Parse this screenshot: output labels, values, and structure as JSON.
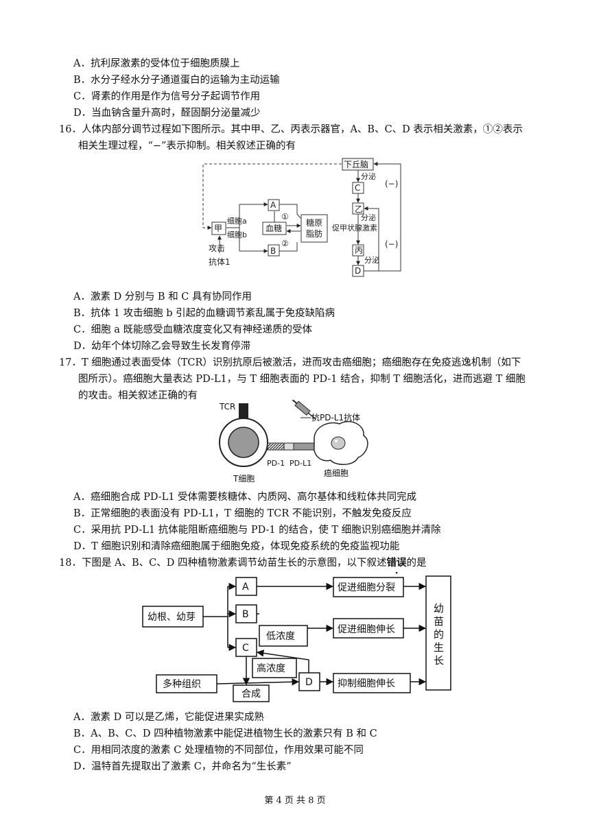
{
  "q15_options": [
    "A．抗利尿激素的受体位于细胞质膜上",
    "B．水分子经水分子通道蛋白的运输为主动运输",
    "C．肾素的作用是作为信号分子起调节作用",
    "D．当血钠含量升高时，醛固酮分泌量减少"
  ],
  "q16": {
    "stem_line1": "16．人体内部分调节过程如下图所示。其中甲、乙、丙表示器官，A、B、C、D 表示相关激素，①②表示",
    "stem_line2": "相关生理过程，“−”表示抑制。相关叙述正确的有",
    "diagram": {
      "hypothalamus": "下丘脑",
      "secrete": "分泌",
      "C": "C",
      "yi": "乙",
      "tsh": "促甲状腺激素",
      "bing": "丙",
      "D": "D",
      "inhibit": "(−)",
      "jia": "甲",
      "cell_a": "细胞a",
      "cell_b": "细胞b",
      "A": "A",
      "B": "B",
      "p1": "①",
      "p2": "②",
      "blood_sugar": "血糖",
      "glycogen": "糖原",
      "fat": "脂肪",
      "attack": "攻击",
      "antibody": "抗体1"
    },
    "options": [
      "A．激素 D 分别与 B 和 C 具有协同作用",
      "B．抗体 1 攻击细胞 b 引起的血糖调节紊乱属于免疫缺陷病",
      "C．细胞 a 既能感受血糖浓度变化又有神经递质的受体",
      "D．幼年个体切除乙会导致生长发育停滞"
    ]
  },
  "q17": {
    "stem_line1": "17．T 细胞通过表面受体（TCR）识别抗原后被激活，进而攻击癌细胞；癌细胞存在免疫逃逸机制（如下",
    "stem_line2": "图所示）。癌细胞大量表达 PD-L1，与 T 细胞表面的 PD-1 结合，抑制 T 细胞活化，进而逃避 T 细胞",
    "stem_line3": "的攻击。相关叙述正确的有",
    "diagram": {
      "tcr": "TCR",
      "antibody": "抗PD-L1抗体",
      "pd1": "PD-1",
      "pdl1": "PD-L1",
      "tcell": "T细胞",
      "cancer": "癌细胞"
    },
    "options": [
      "A．癌细胞合成 PD-L1 受体需要核糖体、内质网、高尔基体和线粒体共同完成",
      "B．正常细胞的表面没有 PD-L1，T 细胞的 TCR 不能识别，不触发免疫反应",
      "C．采用抗 PD-L1 抗体能阻断癌细胞与 PD-1 的结合，使 T 细胞识别癌细胞并清除",
      "D．T 细胞识别和清除癌细胞属于细胞免疫，体现免疫系统的免疫监视功能"
    ]
  },
  "q18": {
    "stem_pre": "18．下图是 A、B、C、D 四种植物激素调节幼苗生长的示意图，以下叙述",
    "stem_emph": "错误",
    "stem_post": "的是",
    "diagram": {
      "root_bud": "幼根、幼芽",
      "A": "A",
      "B": "B",
      "C": "C",
      "D": "D",
      "low": "低浓度",
      "high": "高浓度",
      "tissues": "多种组织",
      "synth": "合成",
      "division": "促进细胞分裂",
      "elong": "促进细胞伸长",
      "inhibit": "抑制细胞伸长",
      "seedling": "幼苗的生长"
    },
    "options": [
      "A．激素 D 可以是乙烯，它能促进果实成熟",
      "B．A、B、C、D 四种植物激素中能促进植物生长的激素只有 B 和 C",
      "C．用相同浓度的激素 C 处理植物的不同部位，作用效果可能不同",
      "D．温特首先提取出了激素 C，并命名为“生长素”"
    ]
  },
  "footer": "第 4 页 共 8 页"
}
